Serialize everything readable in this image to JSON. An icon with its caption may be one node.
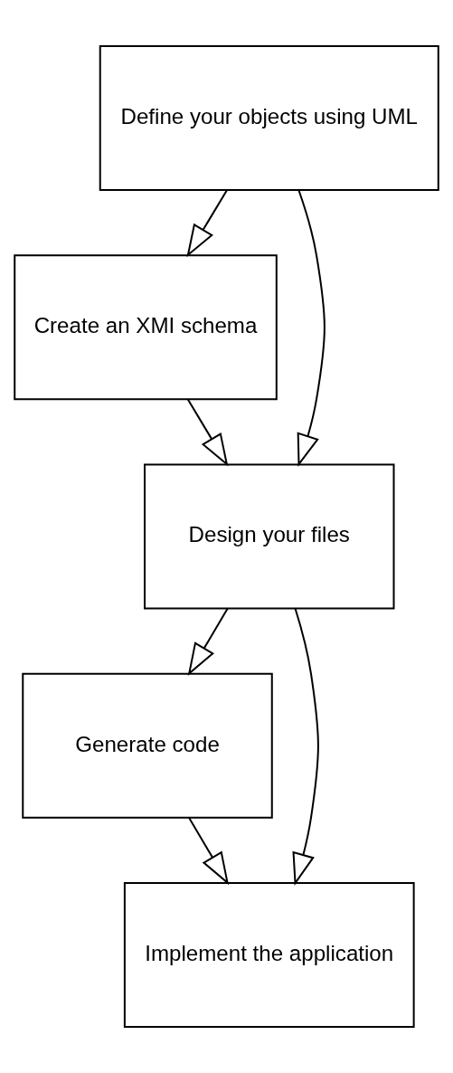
{
  "diagram": {
    "nodes": [
      {
        "text": [
          "Define your objects using UML"
        ]
      },
      {
        "text": [
          "Create an XMI schema"
        ]
      },
      {
        "text": [
          "Design your files"
        ]
      },
      {
        "text": [
          "Generate code"
        ]
      },
      {
        "text": [
          "Implement the application"
        ]
      }
    ],
    "edges": [
      {
        "from": 0,
        "to": 1,
        "arrow": "to"
      },
      {
        "from": 0,
        "to": 2,
        "arrow": "to"
      },
      {
        "from": 1,
        "to": 2,
        "arrow": "to"
      },
      {
        "from": 2,
        "to": 3,
        "arrow": "to"
      },
      {
        "from": 2,
        "to": 4,
        "arrow": "to"
      },
      {
        "from": 3,
        "to": 4,
        "arrow": "to"
      }
    ]
  }
}
